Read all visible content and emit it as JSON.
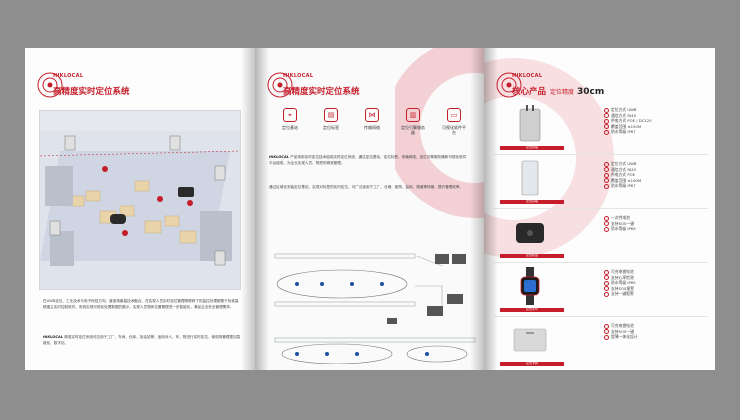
{
  "colors": {
    "accent": "#c51d2a",
    "background": "#8e8e8e"
  },
  "brand": "HIKLOCAL",
  "page1": {
    "title": "高精度实时定位系统",
    "para1": "在UWB定位、工业技术与电子科技方向、营造场景高技术融合、在实现人员实时定位管理物联网下的监控处理都基于标准高精度主实时控制软件、系统实现可视化处理数据的展示，实现人员物体位置管理进一步智能化，满足企业安全管理需求。",
    "para2_brand": "HIKLOCAL",
    "para2": "精准实时定位系统可应用于工厂、车间、仓库、加油站等，适用对人、车、物进行实时定位，使现场管理更加智能化、数字化。"
  },
  "page2": {
    "title": "高精度实时定位系统",
    "icons": [
      {
        "icon": "pin-icon",
        "label": "定位基站"
      },
      {
        "icon": "tag-icon",
        "label": "定位标签"
      },
      {
        "icon": "network-icon",
        "label": "传输网络"
      },
      {
        "icon": "server-icon",
        "label": "定位引擎服务器"
      },
      {
        "icon": "monitor-icon",
        "label": "可视化软件平台"
      }
    ],
    "para1_brand": "HIKLOCAL",
    "para1": "产品采用实时定位技术组成实时定位系统，通过定位基站、定位标签、传输网络、定位引擎服务器和可视化软件平台组成，为企业实现人员、物资的精准管理。",
    "para2": "通过区域化安装定位基站，实现对标签的实时定位，可广泛适用于工厂、仓储、医院、监狱、隧道等场景，提升管理效率。"
  },
  "page3": {
    "title": "核心产品",
    "subtitle": "定位精度",
    "subtitle_value": "30cm",
    "products": [
      {
        "name": "定位基站",
        "specs": [
          "定位方式 UWB",
          "通信方式 RJ45",
          "供电方式 POE / DC12V",
          "覆盖范围 ≤150M",
          "防水等级 IP67"
        ]
      },
      {
        "name": "定位基站",
        "specs": [
          "定位方式 UWB",
          "通信方式 RJ45",
          "供电方式 POE",
          "覆盖范围 ≤100M",
          "防水等级 IP67"
        ]
      },
      {
        "name": "定位标签",
        "specs": [
          "一次性电池",
          "支持SOS一键",
          "防水等级 IP65"
        ]
      },
      {
        "name": "定位手环",
        "specs": [
          "可充电锂电池",
          "支持心率检测",
          "防水等级 IP65",
          "支持SOS报警",
          "支持一键报警"
        ]
      },
      {
        "name": "定位卡牌",
        "specs": [
          "可充电锂电池",
          "支持SOS一键",
          "超薄一体化设计"
        ]
      }
    ]
  }
}
